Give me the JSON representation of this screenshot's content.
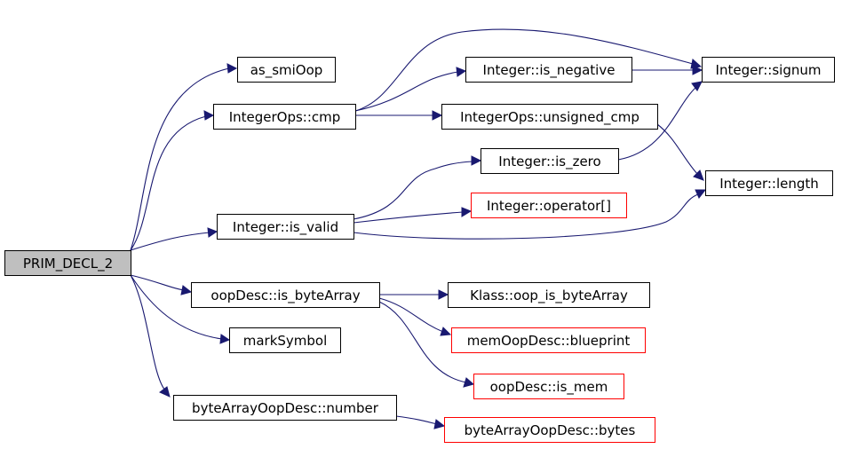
{
  "colors": {
    "edge": "#191970",
    "node_border": "#000000",
    "external_node_border": "#ff0000",
    "root_fill": "#bfbfbf"
  },
  "nodes": {
    "prim_decl_2": "PRIM_DECL_2",
    "as_smioop": "as_smiOop",
    "integerops_cmp": "IntegerOps::cmp",
    "integer_is_negative": "Integer::is_negative",
    "integer_signum": "Integer::signum",
    "integerops_unsigned_cmp": "IntegerOps::unsigned_cmp",
    "integer_is_zero": "Integer::is_zero",
    "integer_length": "Integer::length",
    "integer_operator": "Integer::operator[]",
    "integer_is_valid": "Integer::is_valid",
    "oopdesc_is_bytearray": "oopDesc::is_byteArray",
    "klass_oop_is_bytearray": "Klass::oop_is_byteArray",
    "memoopdesc_blueprint": "memOopDesc::blueprint",
    "marksymbol": "markSymbol",
    "oopdesc_is_mem": "oopDesc::is_mem",
    "bytearrayoopdesc_number": "byteArrayOopDesc::number",
    "bytearrayoopdesc_bytes": "byteArrayOopDesc::bytes"
  }
}
